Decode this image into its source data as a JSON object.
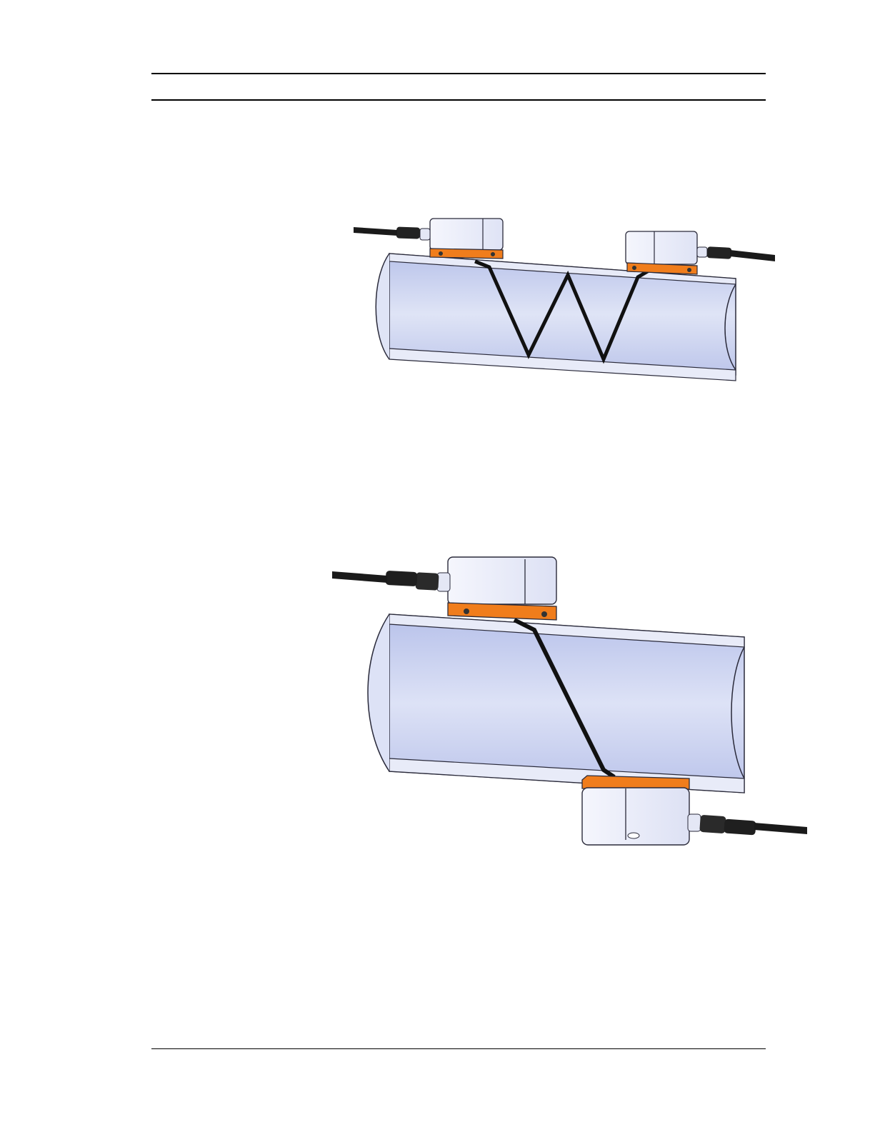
{
  "page": {
    "header_rules": 2,
    "footer_rules": 1
  },
  "figures": [
    {
      "id": "w-method",
      "description_icon": "pipe-with-two-transducers-same-side-w-path-icon"
    },
    {
      "id": "z-method",
      "description_icon": "pipe-with-transducers-opposite-sides-z-path-icon"
    }
  ],
  "colors": {
    "pipe_fill": "#c9d1ee",
    "pipe_light": "#e6eaf8",
    "pipe_edge": "#2a2a3a",
    "transducer_body": "#eef0fb",
    "transducer_base": "#f07d1c",
    "beam": "#111111",
    "cable": "#1a1a1a"
  }
}
